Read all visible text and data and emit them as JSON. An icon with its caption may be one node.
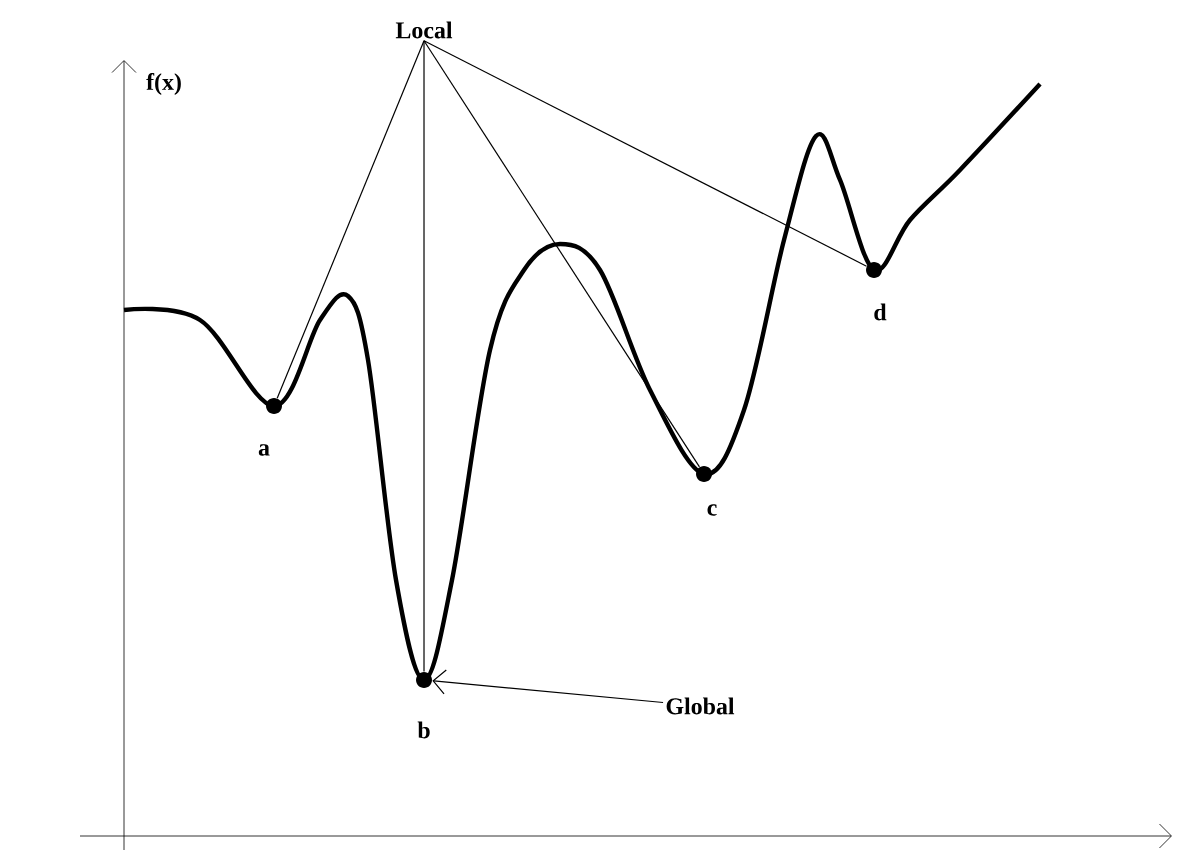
{
  "diagram": {
    "nodes": [
      {
        "text": [
          "Local"
        ]
      },
      {
        "text": [],
        "shape": "circle",
        "beside": [
          "a"
        ]
      },
      {
        "text": [],
        "shape": "circle",
        "beside": [
          "b"
        ]
      },
      {
        "text": [],
        "shape": "circle",
        "beside": [
          "c"
        ]
      },
      {
        "text": [],
        "shape": "circle",
        "beside": [
          "d"
        ]
      },
      {
        "text": [
          "Global"
        ]
      }
    ],
    "edges": [
      {
        "from": 0,
        "to": 1,
        "arrow": "none"
      },
      {
        "from": 0,
        "to": 2,
        "arrow": "none"
      },
      {
        "from": 0,
        "to": 3,
        "arrow": "none"
      },
      {
        "from": 0,
        "to": 4,
        "arrow": "none"
      },
      {
        "from": 5,
        "to": 2,
        "arrow": "to"
      }
    ],
    "labels": [
      "f(x)"
    ]
  }
}
